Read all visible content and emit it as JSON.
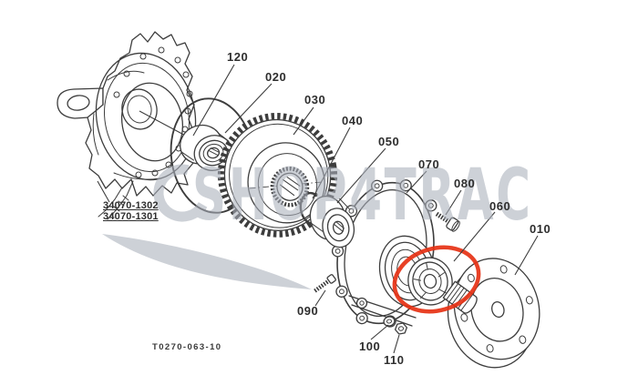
{
  "diagram": {
    "watermark_text": "SHOP4TRAC",
    "drawing_code": "T0270-063-10",
    "part_numbers": [
      "34070-1302",
      "34070-1301"
    ],
    "callouts": {
      "c010": "010",
      "c020": "020",
      "c030": "030",
      "c040": "040",
      "c050": "050",
      "c060": "060",
      "c070": "070",
      "c080": "080",
      "c090": "090",
      "c100": "100",
      "c110": "110",
      "c120": "120"
    },
    "colors": {
      "line": "#3d3d3d",
      "highlight": "#e63114",
      "watermark": "#aab0bb",
      "background": "#ffffff"
    }
  }
}
